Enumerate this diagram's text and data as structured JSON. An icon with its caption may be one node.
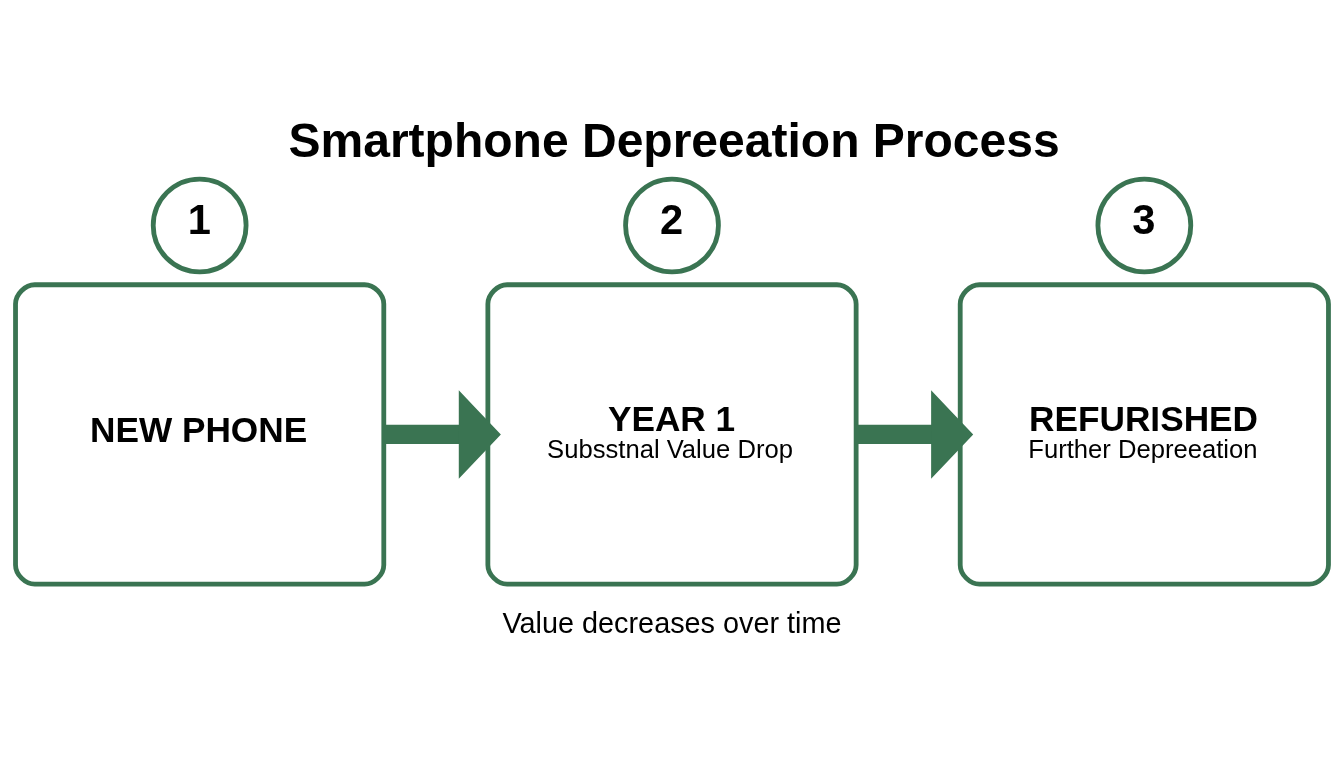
{
  "diagram": {
    "title": "Smartphone Depreeation Process",
    "nodes": [
      {
        "text": [
          "1"
        ]
      },
      {
        "text": [
          "NEW PHONE"
        ]
      },
      {
        "text": [
          "2"
        ]
      },
      {
        "text": [
          "YEAR 1",
          "Subsstnal Value Drop"
        ]
      },
      {
        "text": [
          "3"
        ]
      },
      {
        "text": [
          "REFURISHED",
          "Further Depreeation"
        ]
      }
    ],
    "edges": [
      {
        "from": 1,
        "to": 3,
        "arrow": "to"
      },
      {
        "from": 3,
        "to": 5,
        "arrow": "to"
      }
    ],
    "labels": [
      "Value decreases over time"
    ]
  }
}
